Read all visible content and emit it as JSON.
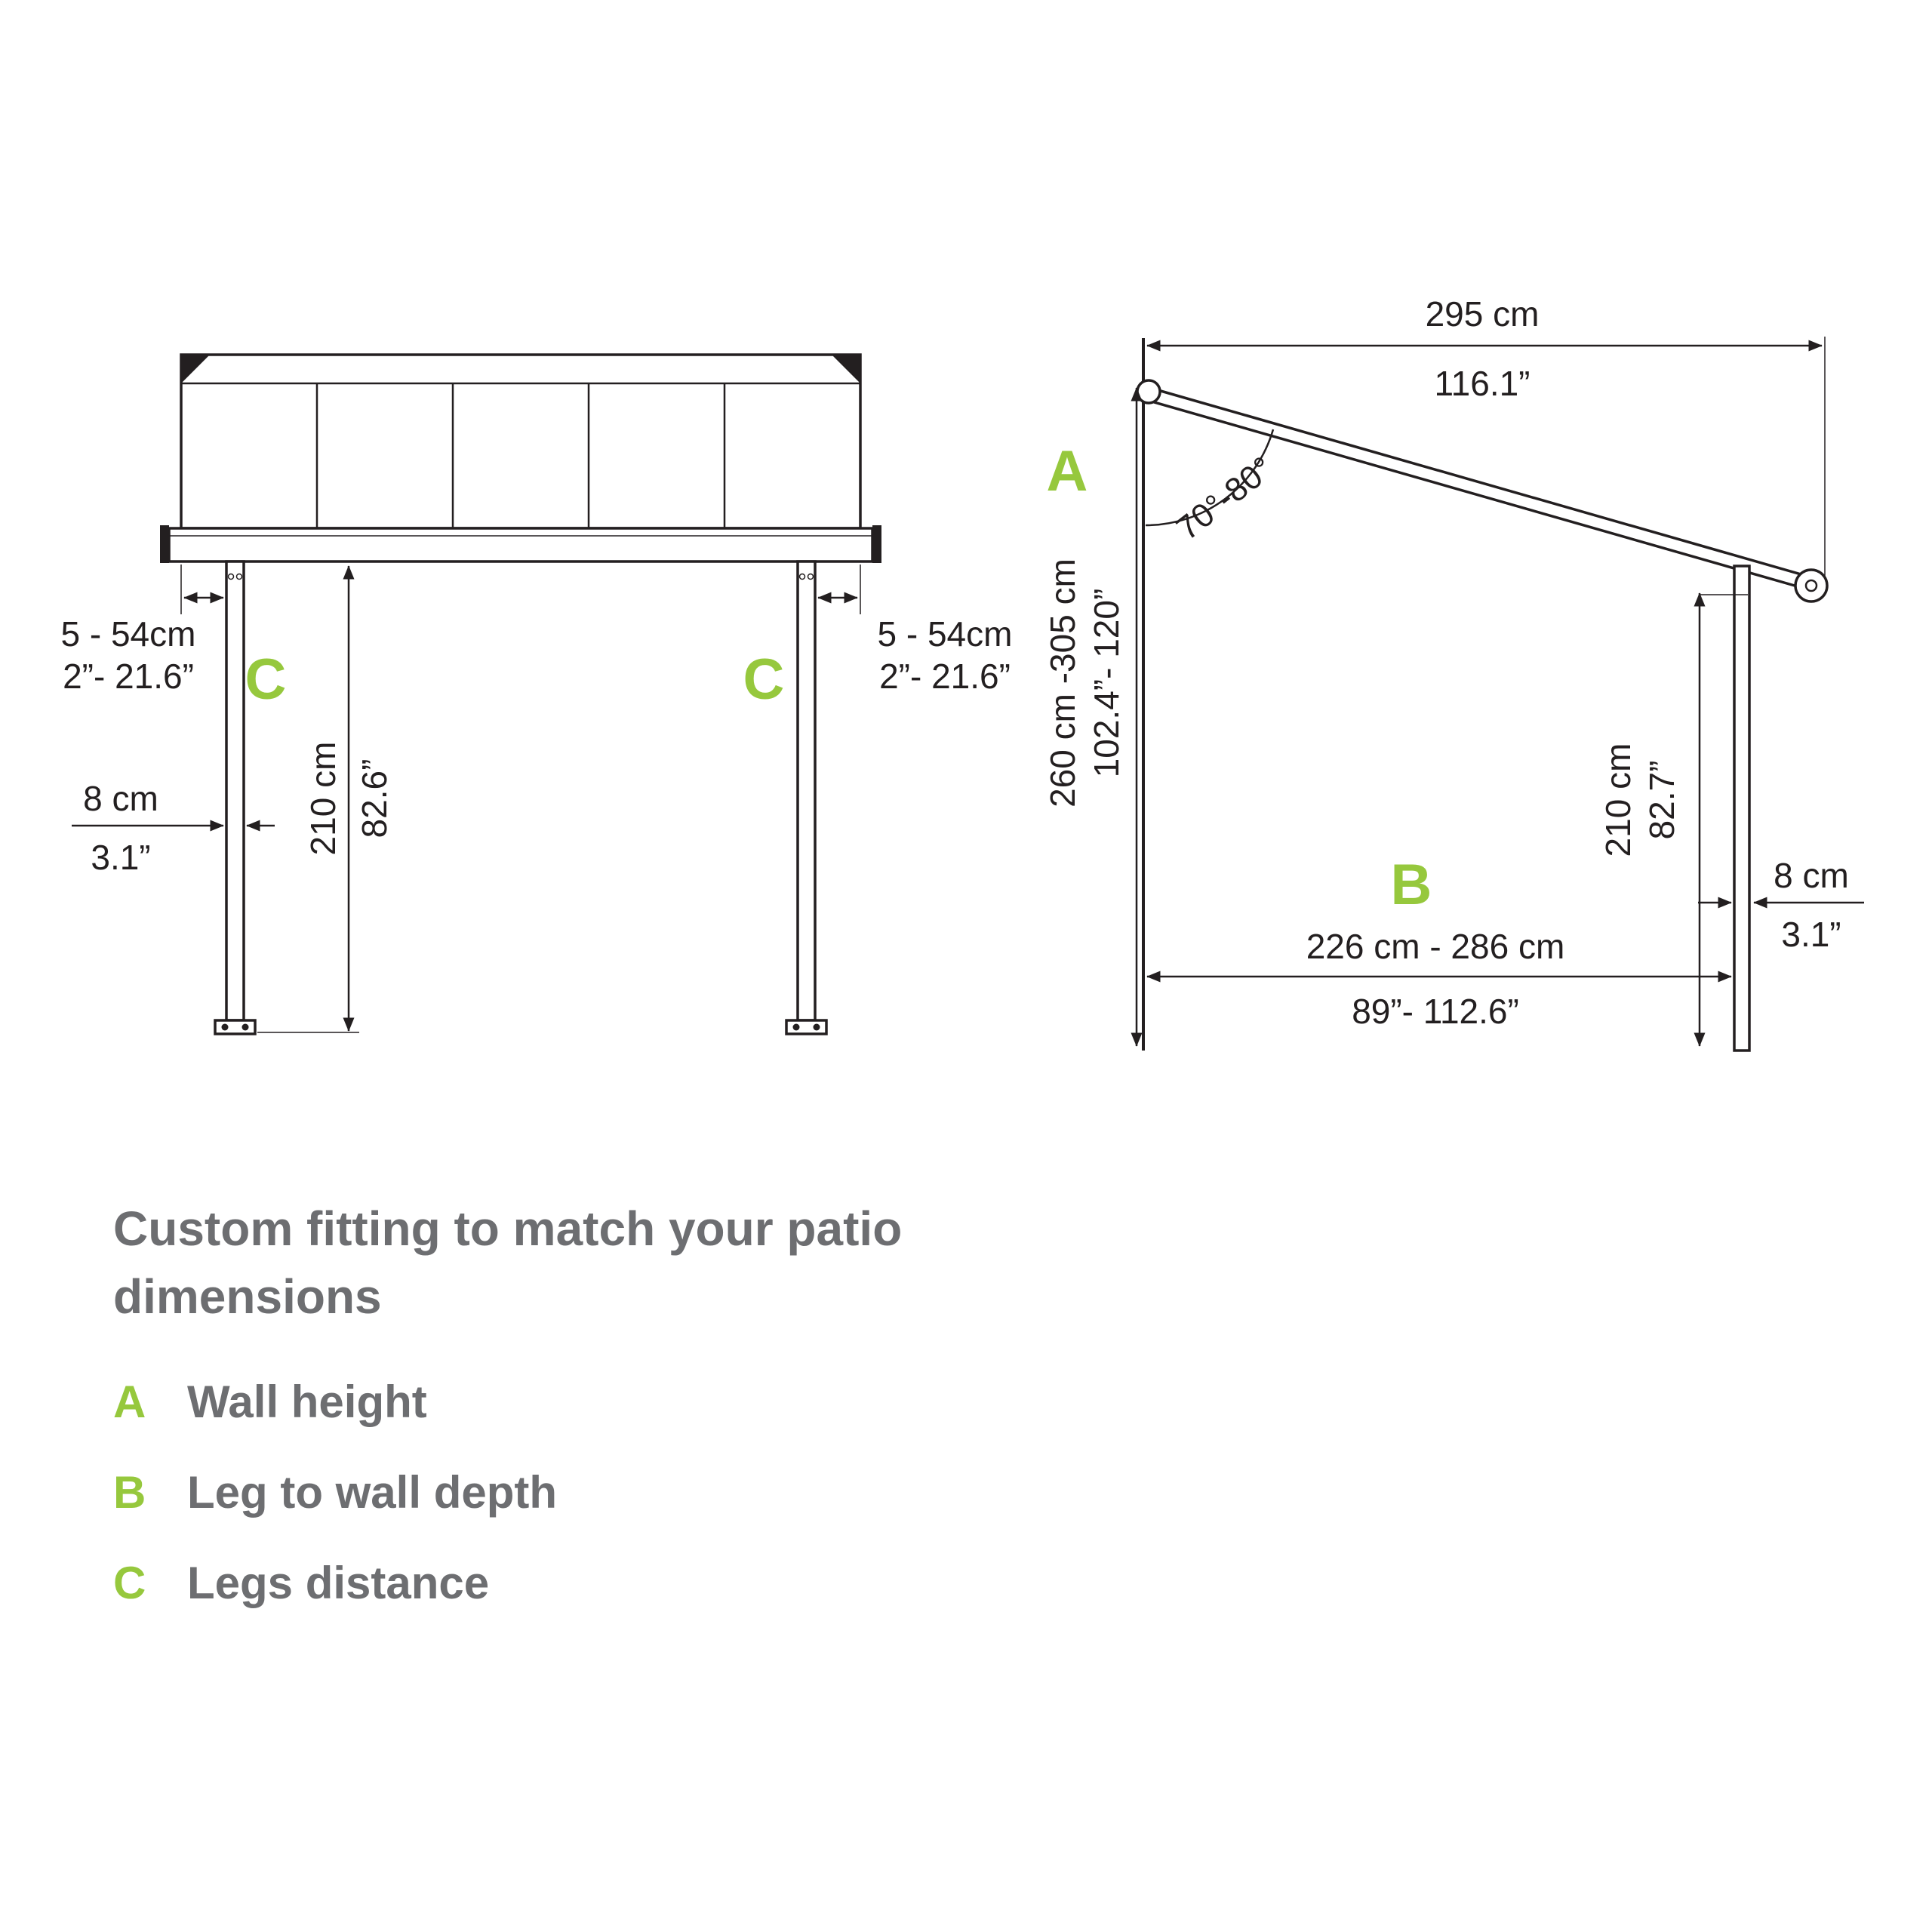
{
  "colors": {
    "accent_green": "#96c83d",
    "text_gray": "#6d6e71",
    "line_black": "#231f20",
    "background": "#ffffff"
  },
  "front": {
    "c_left": "C",
    "c_right": "C",
    "offset_left": {
      "cm": "5 - 54cm",
      "in": "2”- 21.6”"
    },
    "offset_right": {
      "cm": "5 - 54cm",
      "in": "2”- 21.6”"
    },
    "leg_width": {
      "cm": "8 cm",
      "in": "3.1”"
    },
    "leg_height": {
      "cm": "210 cm",
      "in": "82.6”"
    }
  },
  "side": {
    "label_a": "A",
    "label_b": "B",
    "projection": {
      "cm": "295 cm",
      "in": "116.1”"
    },
    "angle": "70°-80°",
    "wall_height": {
      "cm": "260 cm -305 cm",
      "in": "102.4”- 120”"
    },
    "leg_height": {
      "cm": "210 cm",
      "in": "82.7”"
    },
    "leg_width": {
      "cm": "8 cm",
      "in": "3.1”"
    },
    "depth": {
      "cm": "226 cm - 286 cm",
      "in": "89”- 112.6”"
    }
  },
  "legend": {
    "title_line1": "Custom fitting to match your patio",
    "title_line2": "dimensions",
    "items": [
      {
        "key": "A",
        "label": "Wall height"
      },
      {
        "key": "B",
        "label": "Leg to wall depth"
      },
      {
        "key": "C",
        "label": "Legs distance"
      }
    ]
  }
}
